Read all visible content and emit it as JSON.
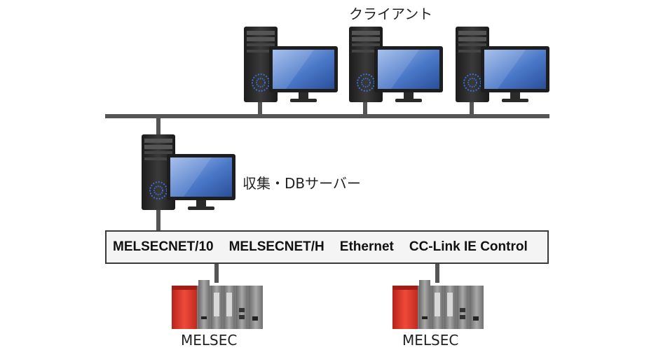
{
  "labels": {
    "clients": "クライアント",
    "server": "収集・DBサーバー"
  },
  "network": {
    "items": [
      "MELSECNET/10",
      "MELSECNET/H",
      "Ethernet",
      "CC-Link IE Control"
    ]
  },
  "plcs": [
    {
      "label": "MELSEC"
    },
    {
      "label": "MELSEC"
    }
  ],
  "colors": {
    "line": "#555555",
    "plc_red": "#e0362b",
    "monitor_screen": "#4a78c8"
  }
}
